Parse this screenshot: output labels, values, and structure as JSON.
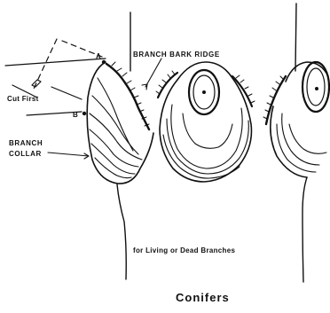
{
  "labels": {
    "a": "A",
    "b": "B",
    "cut_first": "Cut First",
    "branch_bark_ridge": "BRANCH BARK RIDGE",
    "branch_collar_line1": "BRANCH",
    "branch_collar_line2": "COLLAR",
    "living_or_dead": "for Living or Dead  Branches",
    "caption": "Conifers"
  }
}
